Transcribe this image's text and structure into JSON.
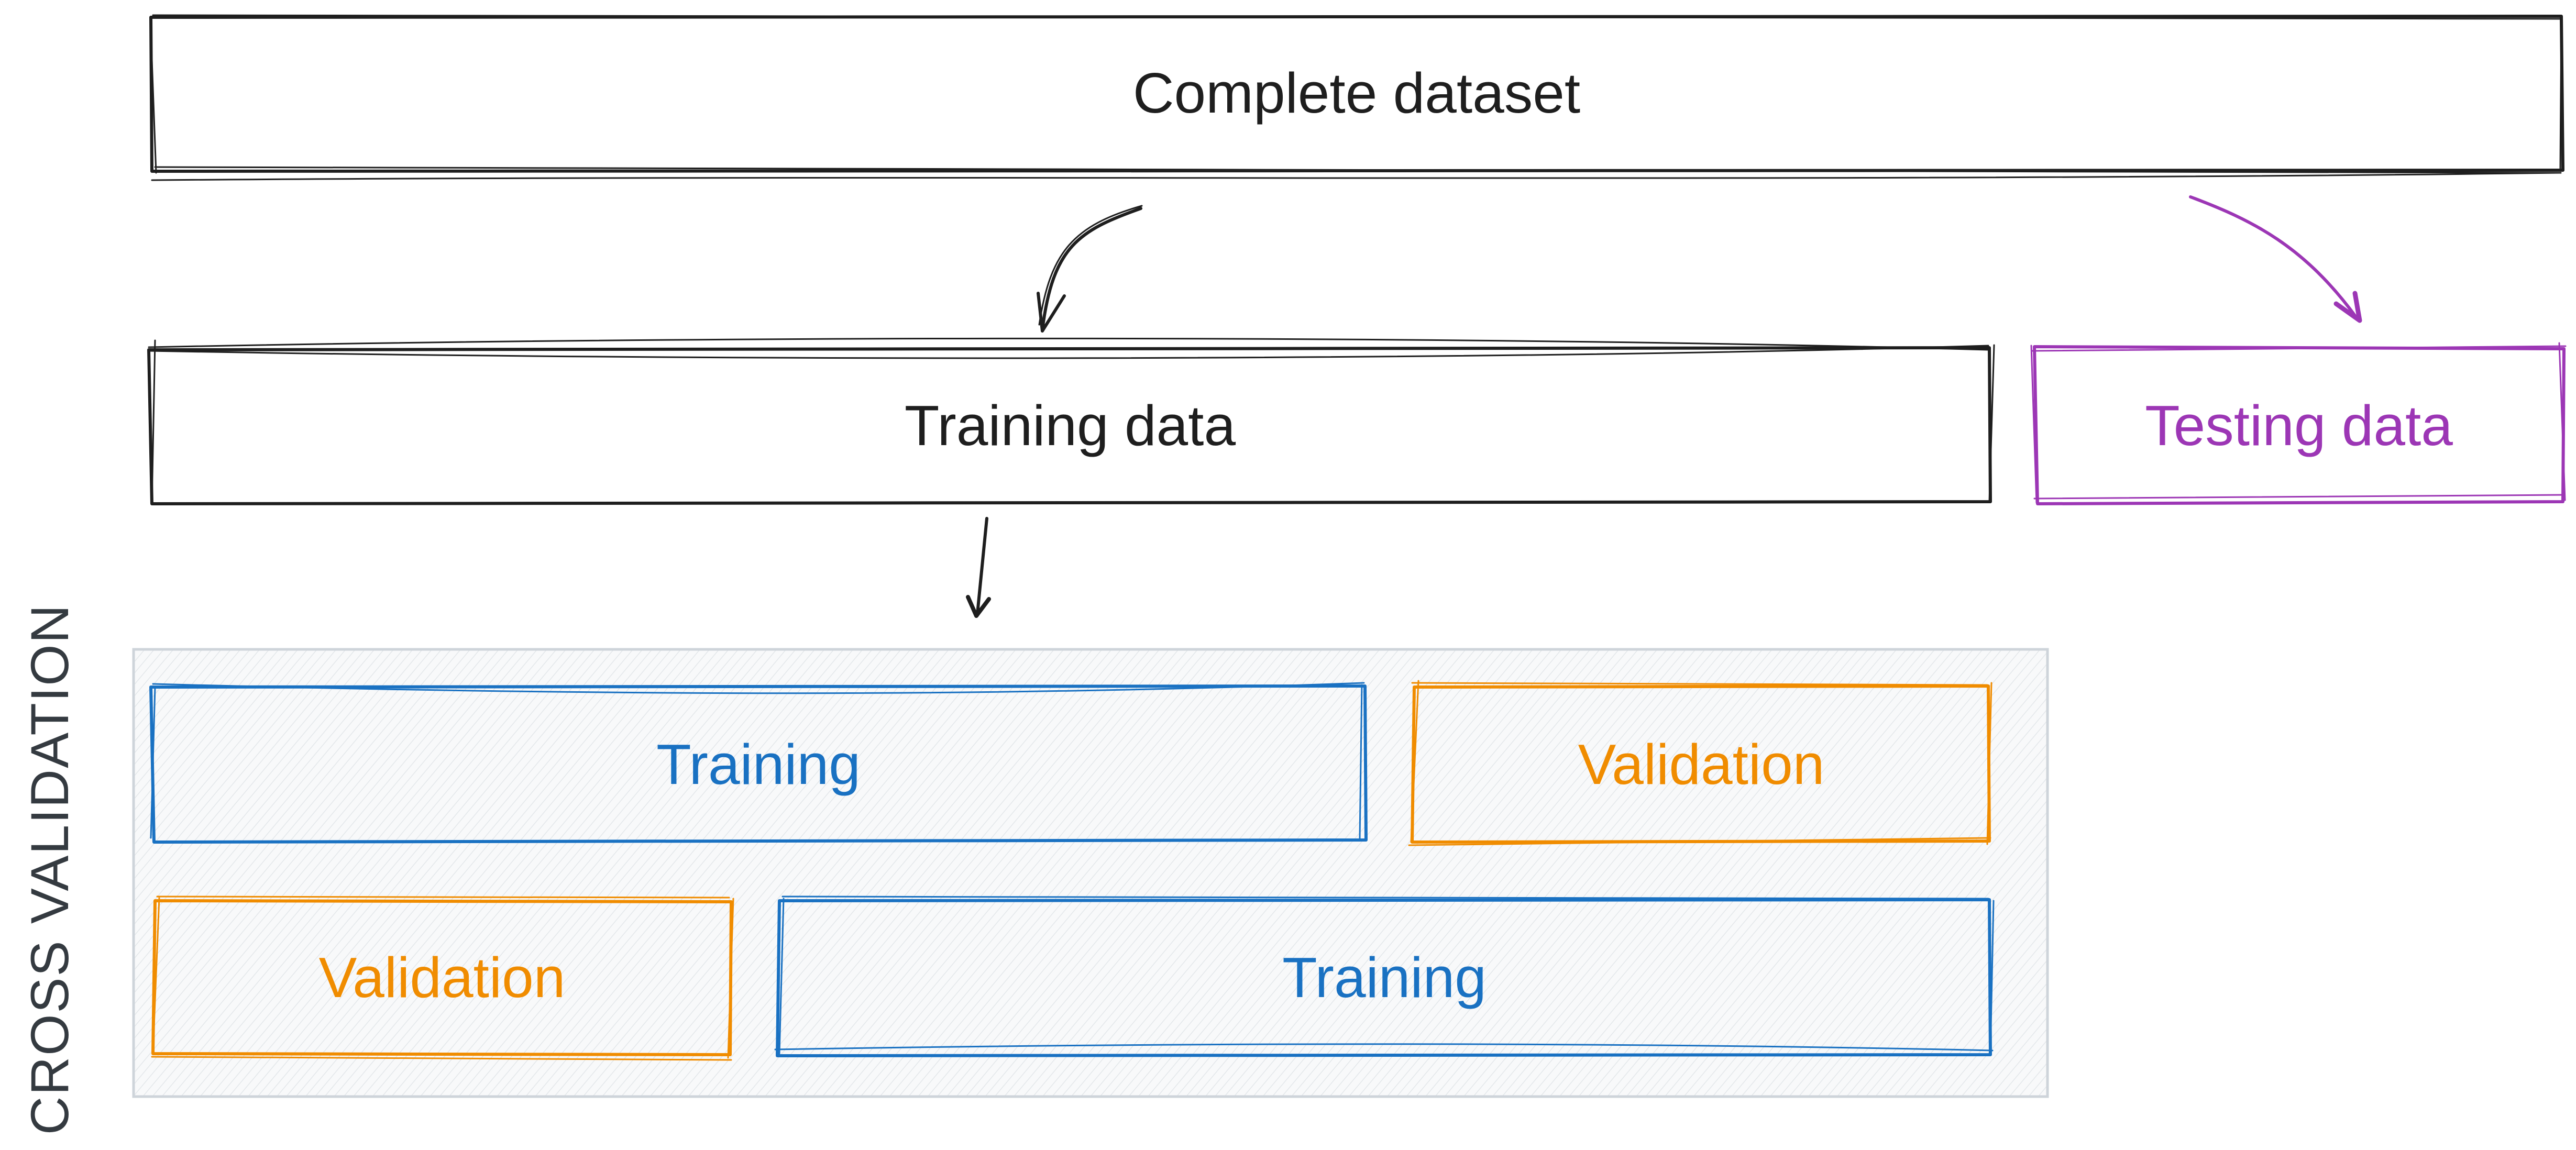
{
  "colors": {
    "dark": "#1e1e1e",
    "blue": "#1971c2",
    "orange": "#f08c00",
    "purple": "#9c36b5",
    "group_fill": "#f8f9fa",
    "group_stroke": "#ced4da"
  },
  "nodes": {
    "complete_dataset": {
      "label": "Complete dataset",
      "color": "dark"
    },
    "training_data": {
      "label": "Training data",
      "color": "dark"
    },
    "testing_data": {
      "label": "Testing data",
      "color": "purple"
    },
    "fold1_training": {
      "label": "Training",
      "color": "blue"
    },
    "fold1_validation": {
      "label": "Validation",
      "color": "orange"
    },
    "fold2_validation": {
      "label": "Validation",
      "color": "orange"
    },
    "fold2_training": {
      "label": "Training",
      "color": "blue"
    }
  },
  "cross_validation": {
    "label": "CROSS VALIDATION",
    "folds": [
      [
        "fold1_training",
        "fold1_validation"
      ],
      [
        "fold2_validation",
        "fold2_training"
      ]
    ]
  },
  "edges": [
    {
      "from": "complete_dataset",
      "to": "training_data",
      "color": "dark"
    },
    {
      "from": "complete_dataset",
      "to": "testing_data",
      "color": "purple"
    },
    {
      "from": "training_data",
      "to": "cross_validation",
      "color": "dark"
    }
  ]
}
